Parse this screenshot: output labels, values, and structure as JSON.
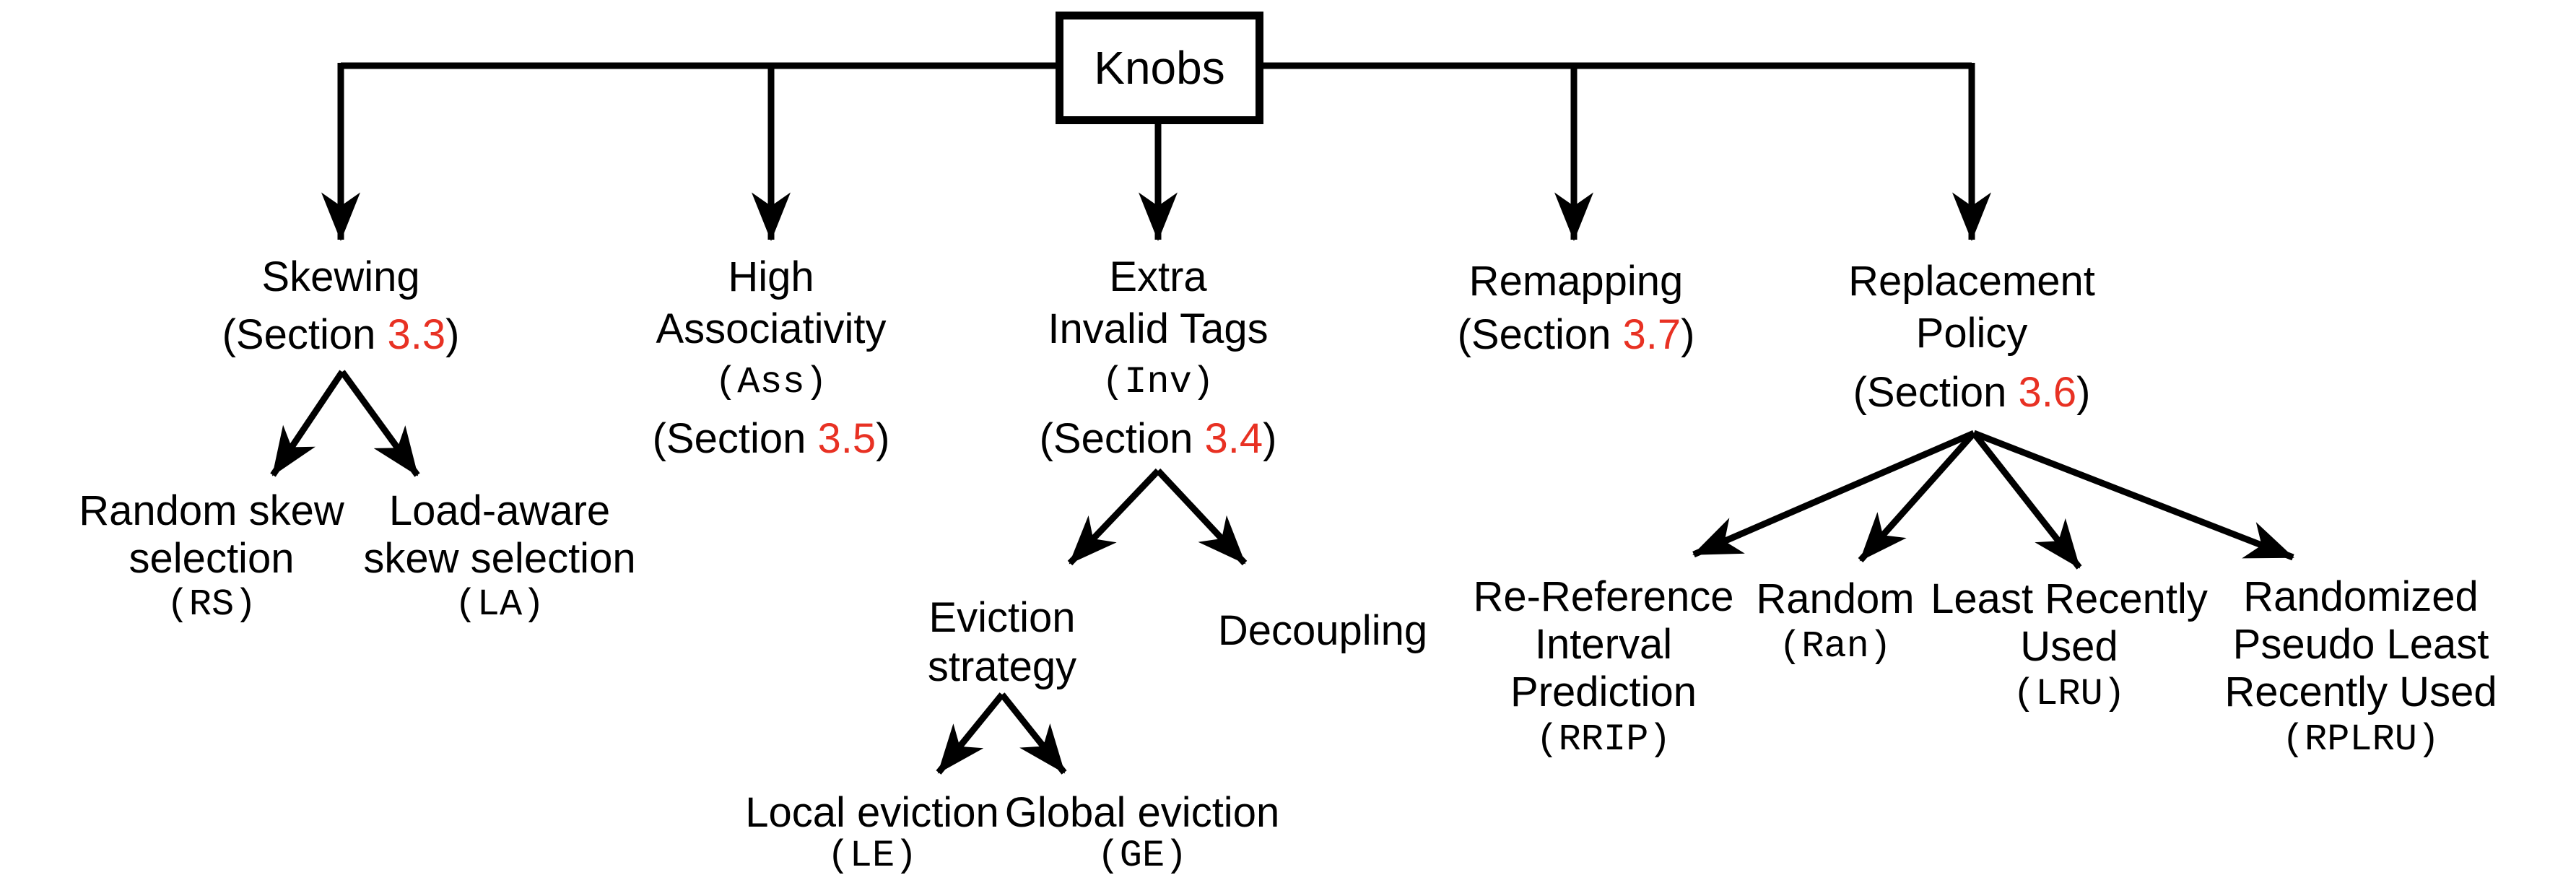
{
  "palette": {
    "red": "#e83123",
    "ink": "#000000",
    "background": "#ffffff"
  },
  "root": {
    "label": "Knobs"
  },
  "nodes": {
    "skewing": {
      "line1": "Skewing",
      "sec_pre": "(Section ",
      "sec_num": "3.3",
      "sec_post": ")"
    },
    "random_skew": {
      "line1": "Random skew",
      "line2": "selection",
      "abbr": "(RS)"
    },
    "load_aware": {
      "line1": "Load-aware",
      "line2": "skew selection",
      "abbr": "(LA)"
    },
    "high_assoc": {
      "line1": "High",
      "line2": "Associativity",
      "abbr": "(Ass)",
      "sec_pre": "(Section ",
      "sec_num": "3.5",
      "sec_post": ")"
    },
    "extra_inv": {
      "line1": "Extra",
      "line2": "Invalid Tags",
      "abbr": "(Inv)",
      "sec_pre": "(Section ",
      "sec_num": "3.4",
      "sec_post": ")"
    },
    "eviction": {
      "line1": "Eviction",
      "line2": "strategy"
    },
    "decoupling": {
      "line1": "Decoupling"
    },
    "local_ev": {
      "line1": "Local eviction",
      "abbr": "(LE)"
    },
    "global_ev": {
      "line1": "Global eviction",
      "abbr": "(GE)"
    },
    "remapping": {
      "line1": "Remapping",
      "sec_pre": "(Section ",
      "sec_num": "3.7",
      "sec_post": ")"
    },
    "replacement": {
      "line1": "Replacement",
      "line2": "Policy",
      "sec_pre": "(Section ",
      "sec_num": "3.6",
      "sec_post": ")"
    },
    "rrip": {
      "line1": "Re-Reference",
      "line2": "Interval",
      "line3": "Prediction",
      "abbr": "(RRIP)"
    },
    "ran": {
      "line1": "Random",
      "abbr": "(Ran)"
    },
    "lru": {
      "line1": "Least Recently",
      "line2": "Used",
      "abbr": "(LRU)"
    },
    "rplru": {
      "line1": "Randomized",
      "line2": "Pseudo Least",
      "line3": "Recently Used",
      "abbr": "(RPLRU)"
    }
  }
}
